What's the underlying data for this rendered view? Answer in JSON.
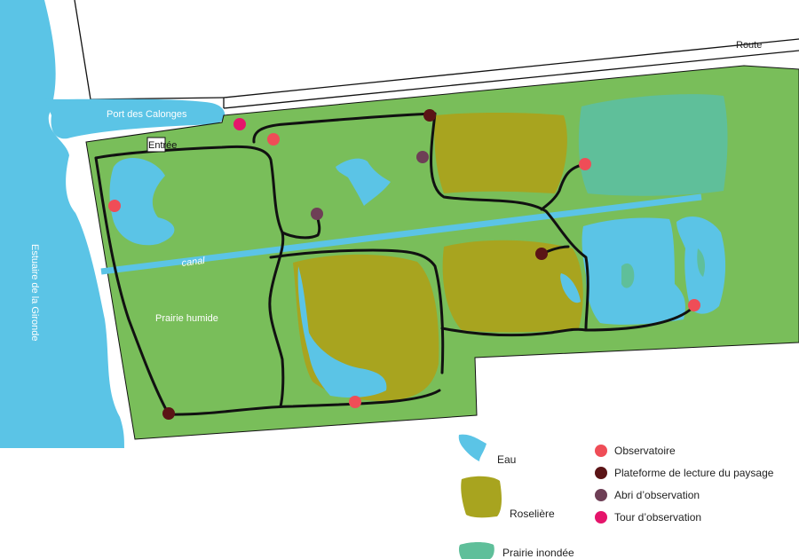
{
  "labels": {
    "route": "Route",
    "port": "Port des Calonges",
    "entree": "Entrée",
    "estuaire": "Estuaire de la Gironde",
    "canal": "canal",
    "prairie_humide": "Prairie humide"
  },
  "legend": {
    "eau": "Eau",
    "roseliere": "Roselière",
    "prairie_inondee": "Prairie inondée",
    "observatoire": "Observatoire",
    "plateforme": "Plateforme de lecture du paysage",
    "abri": "Abri d’observation",
    "tour": "Tour d’observation"
  },
  "colors": {
    "water": "#5bc4e6",
    "reed": "#a8a41f",
    "flooded_meadow": "#5fbf9a",
    "meadow": "#79be5a",
    "path": "#111111",
    "observatoire": "#ef4d57",
    "plateforme": "#5b1416",
    "abri": "#6e3f56",
    "tour": "#e5156b"
  },
  "markers": [
    {
      "type": "tour",
      "icon": "tour-icon"
    },
    {
      "type": "observatoire",
      "icon": "observatoire-icon"
    },
    {
      "type": "plateforme",
      "icon": "plateforme-icon"
    },
    {
      "type": "abri",
      "icon": "abri-icon"
    },
    {
      "type": "observatoire",
      "icon": "observatoire-icon"
    },
    {
      "type": "observatoire",
      "icon": "observatoire-icon"
    },
    {
      "type": "abri",
      "icon": "abri-icon"
    },
    {
      "type": "plateforme",
      "icon": "plateforme-icon"
    },
    {
      "type": "observatoire",
      "icon": "observatoire-icon"
    },
    {
      "type": "observatoire",
      "icon": "observatoire-icon"
    },
    {
      "type": "plateforme",
      "icon": "plateforme-icon"
    }
  ]
}
